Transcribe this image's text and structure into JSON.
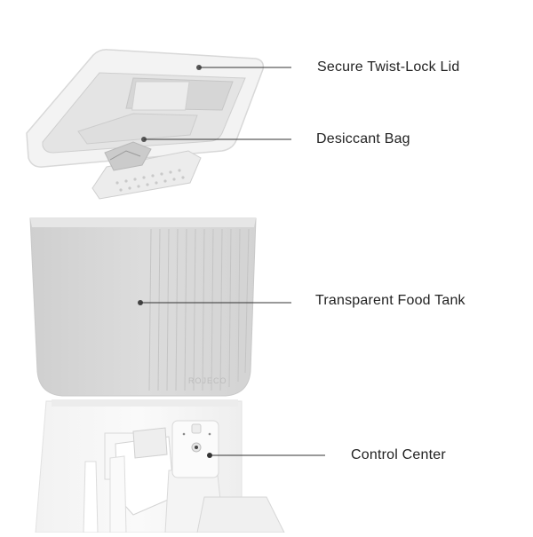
{
  "callouts": [
    {
      "id": "lid",
      "label": "Secure Twist-Lock Lid"
    },
    {
      "id": "desiccant",
      "label": "Desiccant Bag"
    },
    {
      "id": "tank",
      "label": "Transparent Food Tank"
    },
    {
      "id": "control",
      "label": "Control Center"
    }
  ],
  "product": {
    "tank_brand_mark": "ROJECO"
  },
  "colors": {
    "background": "#ffffff",
    "leader_line": "#333333",
    "tank": "#dadada",
    "lid": "#f1f1f1",
    "base": "#f6f6f6"
  }
}
